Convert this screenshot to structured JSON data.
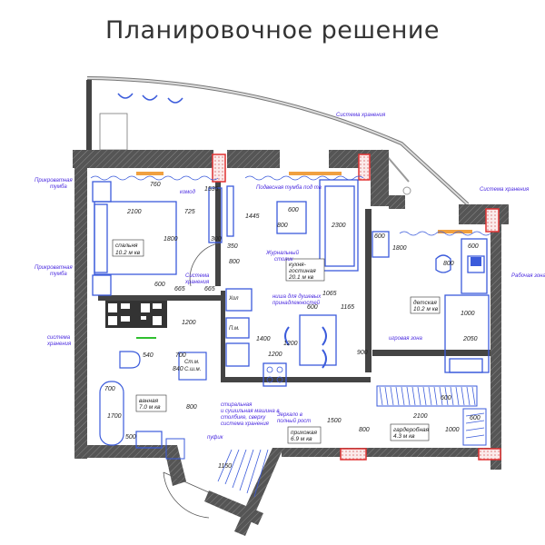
{
  "header": {
    "title": "Планировочное решение"
  },
  "colors": {
    "wall": "#4a4a4a",
    "furniture": "#3b5bdb",
    "annotation": "#4b2be0",
    "column": "#e03131",
    "radiator": "#f0a040"
  },
  "rooms": [
    {
      "id": "bedroom",
      "name": "спальня",
      "area": "10.2 м кв"
    },
    {
      "id": "kitchen",
      "name": "кухня-гостиная",
      "name_line1": "кухня-",
      "name_line2": "гостиная",
      "area": "20.1 м кв"
    },
    {
      "id": "kids",
      "name": "детская",
      "area": "10.2 м кв"
    },
    {
      "id": "bathroom",
      "name": "ванная",
      "area": "7.0 м кв"
    },
    {
      "id": "hall",
      "name": "прихожая",
      "area": "6.9 м кв"
    },
    {
      "id": "wardrobe",
      "name": "гардеробная",
      "area": "4.3 м кв"
    }
  ],
  "annotations": {
    "bedside1": [
      "Прикроватная",
      "тумба"
    ],
    "bedside2": [
      "Прикроватная",
      "тумба"
    ],
    "storage_left": [
      "система",
      "хранения"
    ],
    "storage_top": "Система хранения",
    "storage_right": "Система хранения",
    "dresser": "комод",
    "hanging_cabinet": "Подвесная тумба под тв",
    "coffee_table": [
      "Журнальный",
      "столик"
    ],
    "storage_bedroom": [
      "Система",
      "хранения"
    ],
    "shower_niche": [
      "ниша для душевых",
      "принадлежностей"
    ],
    "work_zone": "Рабочая зона",
    "play_zone": "игровая зона",
    "washer": [
      "стиральная",
      "и сушильная машина в",
      "столбике, сверху",
      "система хранения"
    ],
    "mirror": [
      "Зеркало в",
      "полный рост"
    ],
    "pouf": "пуфик",
    "fridge": "Хол",
    "pm": "П.м.",
    "sanitary": [
      "Ст.м.",
      "С.ш.м."
    ]
  },
  "dimensions": {
    "d760": "760",
    "d2100a": "2100",
    "d725": "725",
    "d1535": "1535",
    "d1800a": "1800",
    "d600a": "600",
    "d665a": "665",
    "d665b": "665",
    "d300": "300",
    "d350": "350",
    "d800a": "800",
    "d1445": "1445",
    "d600b": "600",
    "d800b": "800",
    "d2300": "2300",
    "d600c": "600",
    "d1065": "1065",
    "d1165": "1165",
    "d1200a": "1200",
    "d1400": "1400",
    "d1200b": "1200",
    "d1200c": "1200",
    "d900": "900",
    "d540": "540",
    "d700a": "700",
    "d840": "840",
    "d700b": "700",
    "d1700": "1700",
    "d500": "500",
    "d800c": "800",
    "d1500": "1500",
    "d1150": "1150",
    "d800d": "800",
    "d600d": "600",
    "d1800b": "1800",
    "d1000a": "1000",
    "d2050": "2050",
    "d600e": "600",
    "d2100b": "2100",
    "d600f": "600",
    "d1000b": "1000",
    "d600g": "600",
    "d800e": "800"
  }
}
